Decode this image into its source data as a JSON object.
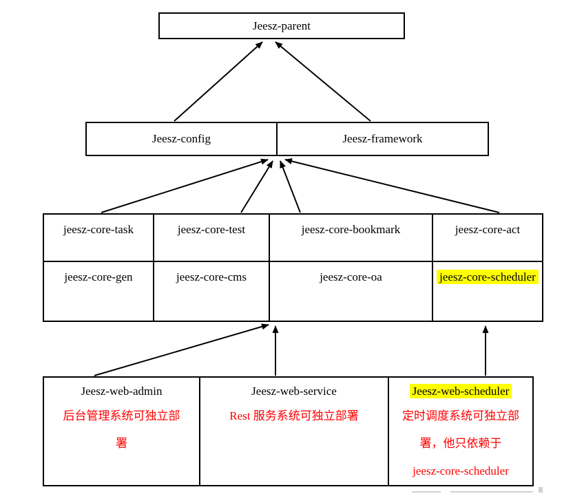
{
  "colors": {
    "background": "#ffffff",
    "line": "#000000",
    "highlight_yellow": "#ffff00",
    "annotation_red": "#ff0000"
  },
  "diagram": {
    "root": {
      "label": "Jeesz-parent"
    },
    "level2": [
      {
        "label": "Jeesz-config"
      },
      {
        "label": "Jeesz-framework"
      }
    ],
    "core_grid": {
      "rows": [
        [
          {
            "label": "jeesz-core-task"
          },
          {
            "label": "jeesz-core-test"
          },
          {
            "label": "jeesz-core-bookmark"
          },
          {
            "label": "jeesz-core-act"
          }
        ],
        [
          {
            "label": "jeesz-core-gen"
          },
          {
            "label": "jeesz-core-cms"
          },
          {
            "label": "jeesz-core-oa"
          },
          {
            "label": "jeesz-core-scheduler",
            "highlighted": true
          }
        ]
      ]
    },
    "web_modules": [
      {
        "title": "Jeesz-web-admin",
        "highlighted": false,
        "note_lines": [
          "后台管理系统可独立部",
          "署"
        ]
      },
      {
        "title": "Jeesz-web-service",
        "highlighted": false,
        "note_lines": [
          "Rest 服务系统可独立部署"
        ]
      },
      {
        "title": "Jeesz-web-scheduler",
        "highlighted": true,
        "note_lines": [
          "定时调度系统可独立部",
          "署，他只依赖于",
          "jeesz-core-scheduler"
        ]
      }
    ]
  }
}
